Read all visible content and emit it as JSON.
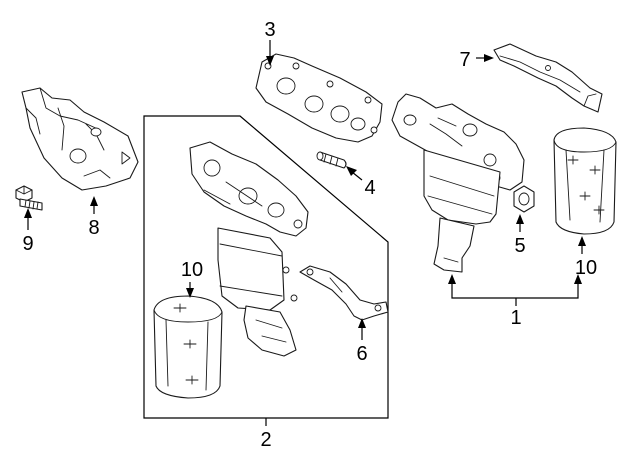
{
  "diagram": {
    "callouts": [
      {
        "id": "c1",
        "label": "1"
      },
      {
        "id": "c2",
        "label": "2"
      },
      {
        "id": "c3",
        "label": "3"
      },
      {
        "id": "c4",
        "label": "4"
      },
      {
        "id": "c5",
        "label": "5"
      },
      {
        "id": "c6",
        "label": "6"
      },
      {
        "id": "c7",
        "label": "7"
      },
      {
        "id": "c8",
        "label": "8"
      },
      {
        "id": "c9",
        "label": "9"
      },
      {
        "id": "c10a",
        "label": "10"
      },
      {
        "id": "c10b",
        "label": "10"
      }
    ]
  }
}
